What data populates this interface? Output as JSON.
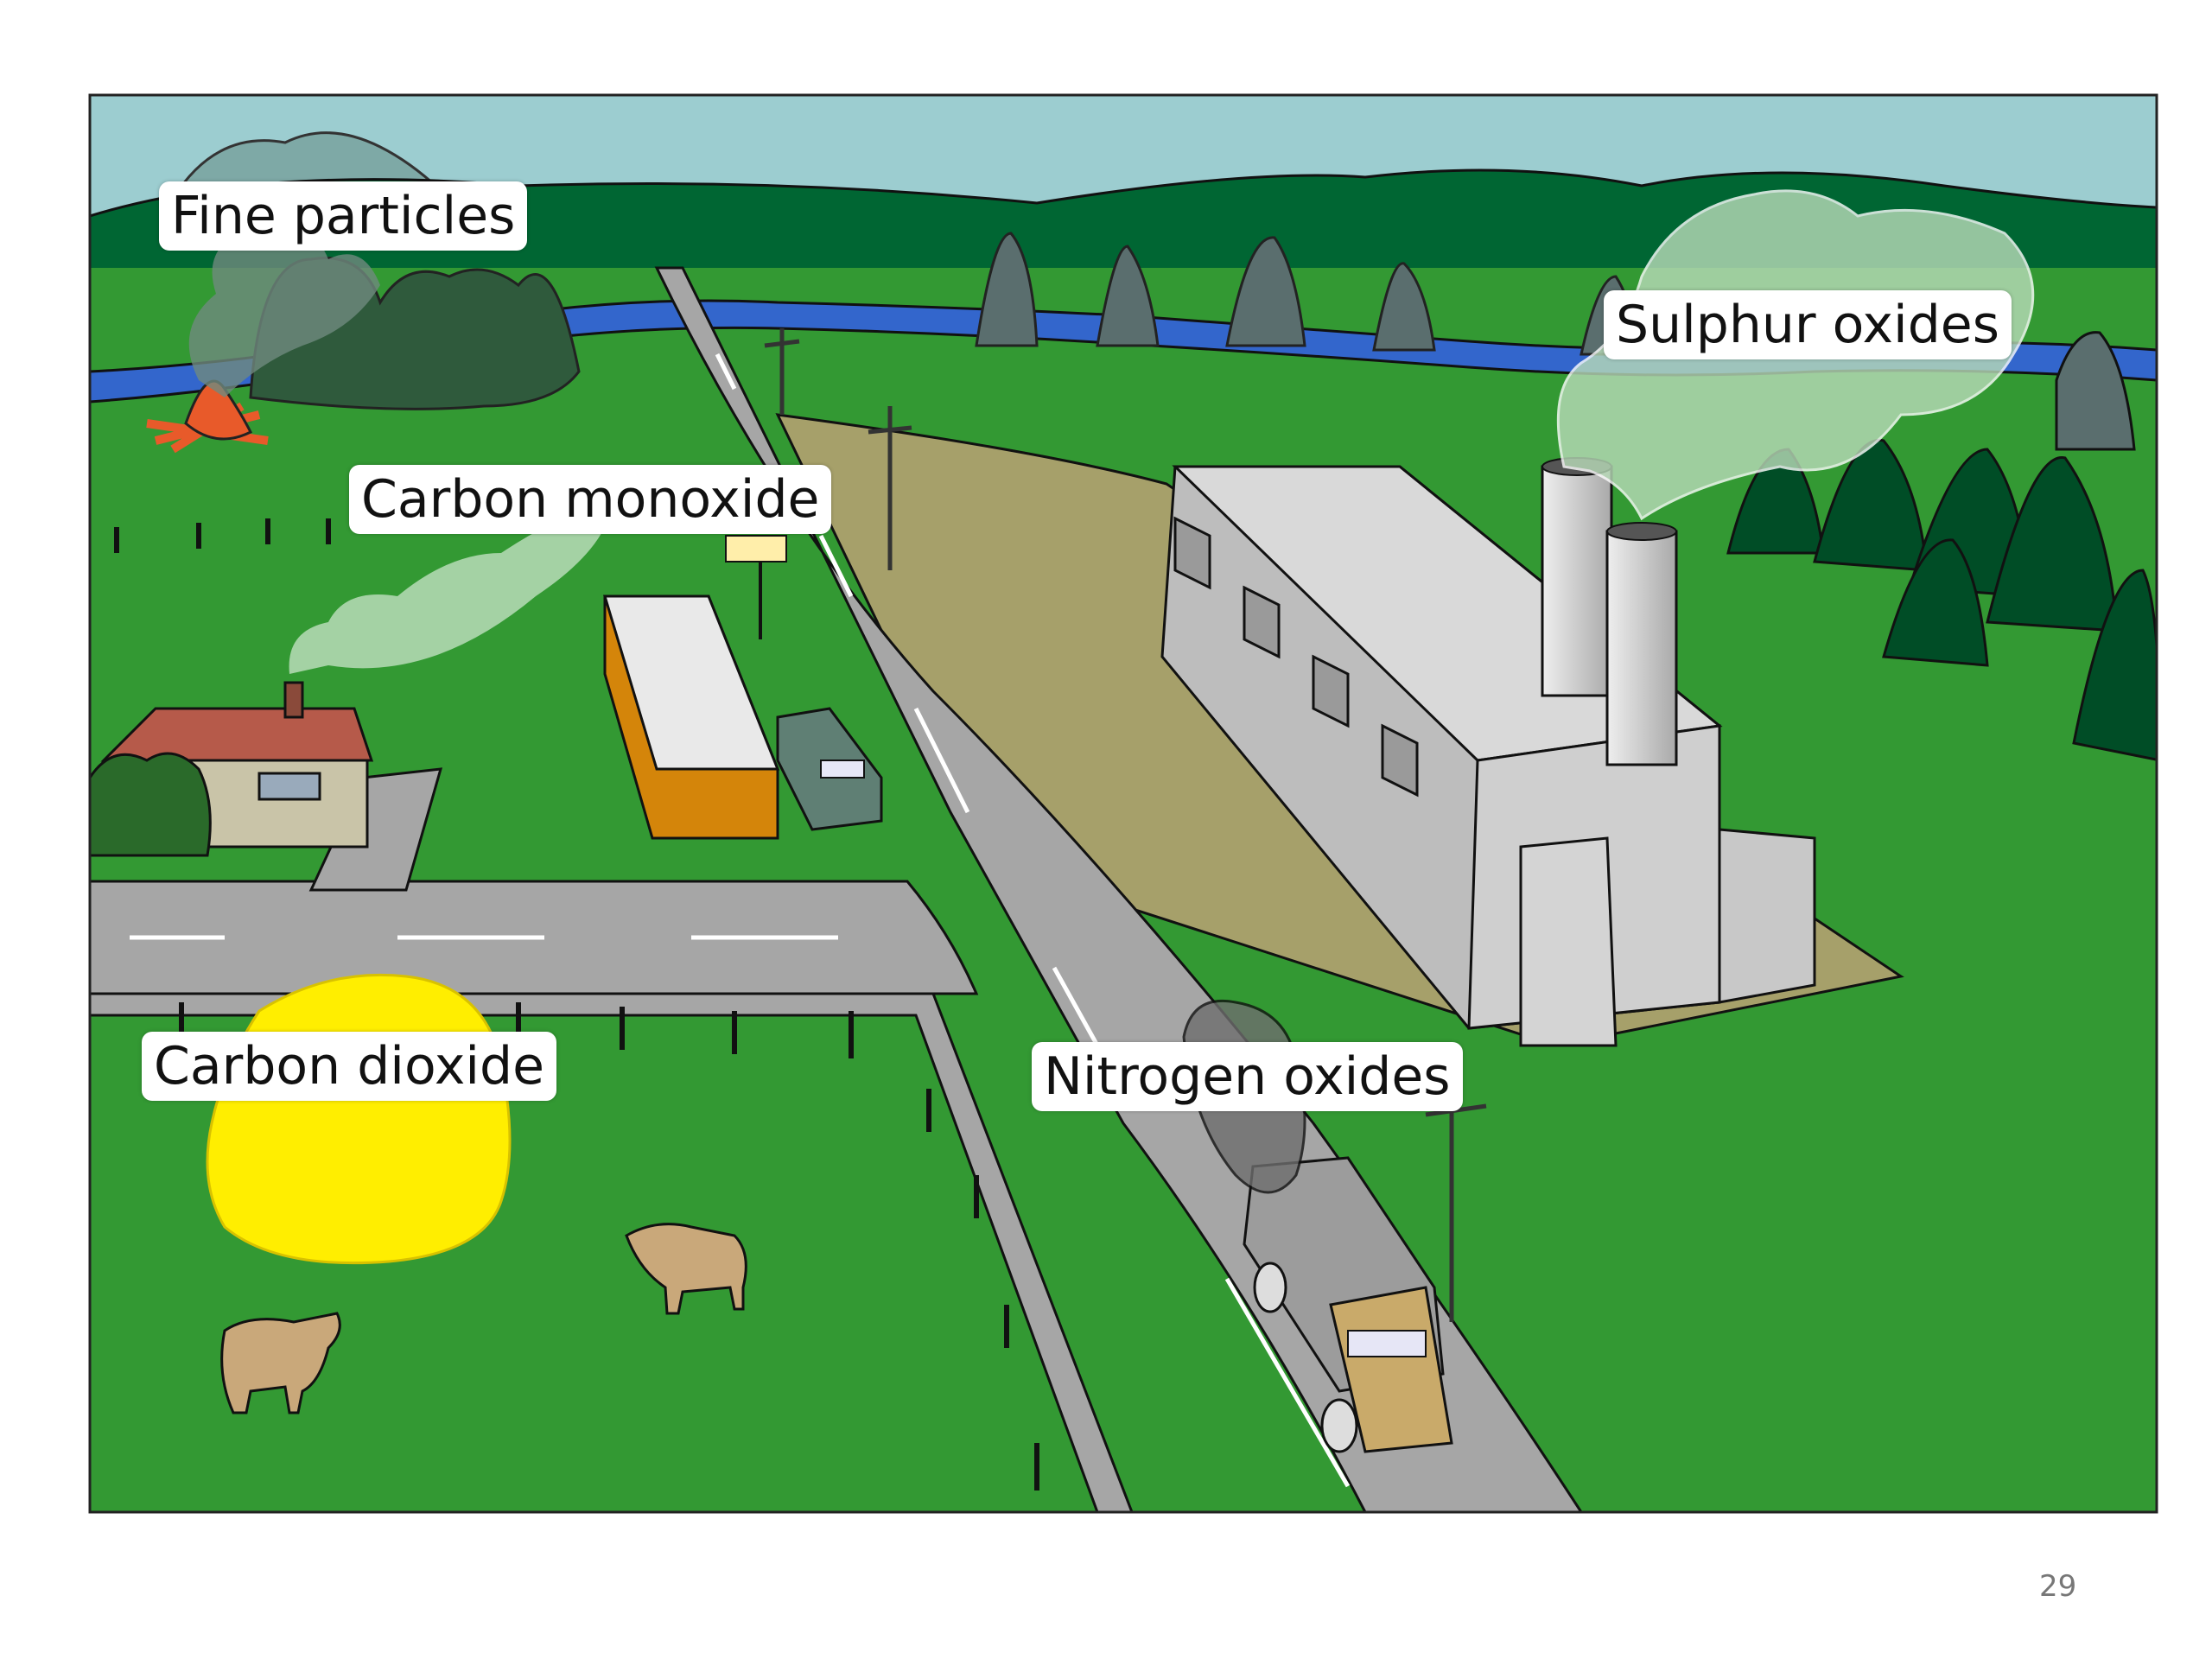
{
  "labels": {
    "fine_particles": "Fine particles",
    "carbon_monoxide": "Carbon monoxide",
    "sulphur_oxides": "Sulphur oxides",
    "carbon_dioxide": "Carbon dioxide",
    "nitrogen_oxides": "Nitrogen oxides"
  },
  "page_number": "29",
  "colors": {
    "sky": "#9ccdd0",
    "hills": "#006633",
    "grass": "#339933",
    "river": "#3366cc",
    "road": "#a6a6a6",
    "dirt": "#a6a06a",
    "factory": "#d9d9d9",
    "co2_cloud": "#ffee00",
    "smoke": "#b9dcb9",
    "cow": "#c9a87a",
    "fire": "#e85a2a"
  }
}
